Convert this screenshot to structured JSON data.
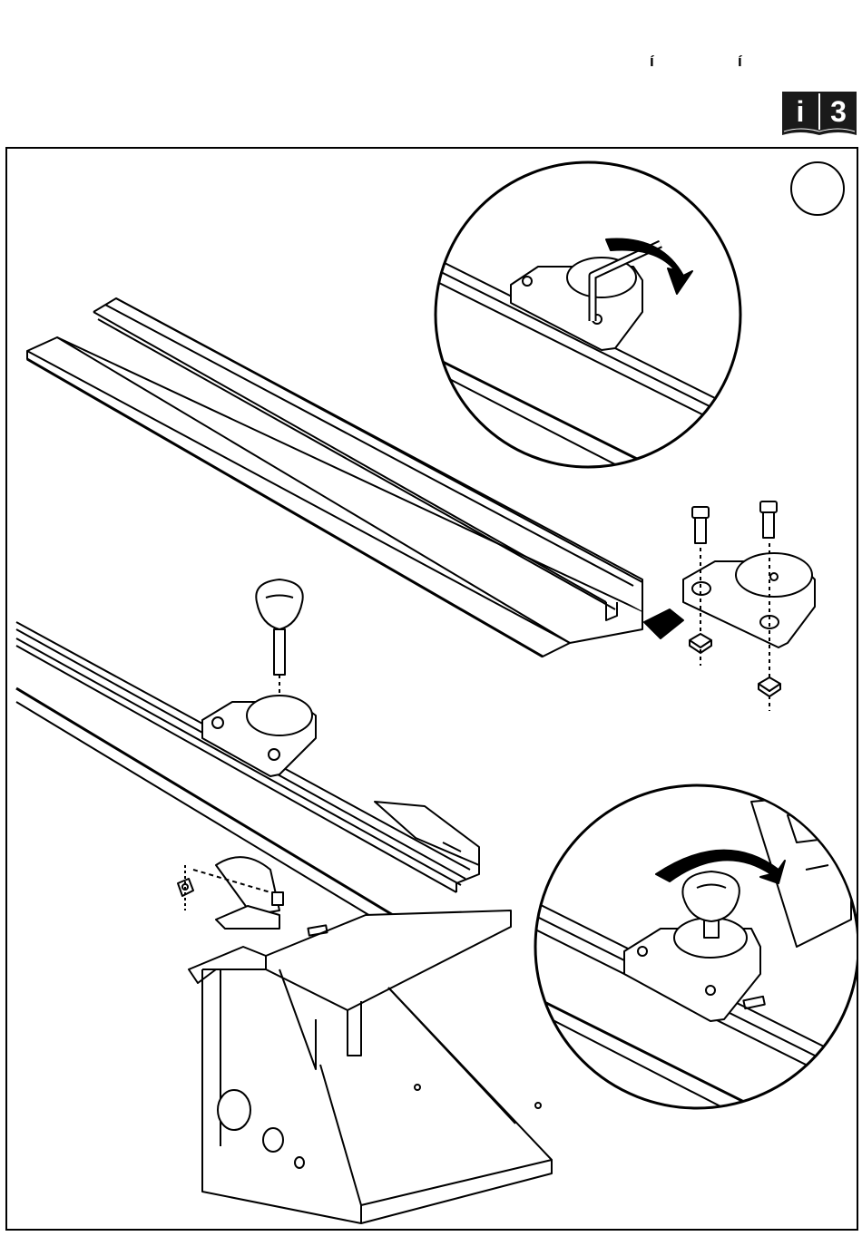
{
  "header": {
    "mark_a": "í",
    "mark_b": "í"
  },
  "info_badge": {
    "letter": "i",
    "number": "3",
    "icon": "manual-book-icon",
    "fill": "#1a1a1a"
  },
  "step_number": "",
  "colors": {
    "line": "#000000",
    "paper": "#ffffff"
  }
}
